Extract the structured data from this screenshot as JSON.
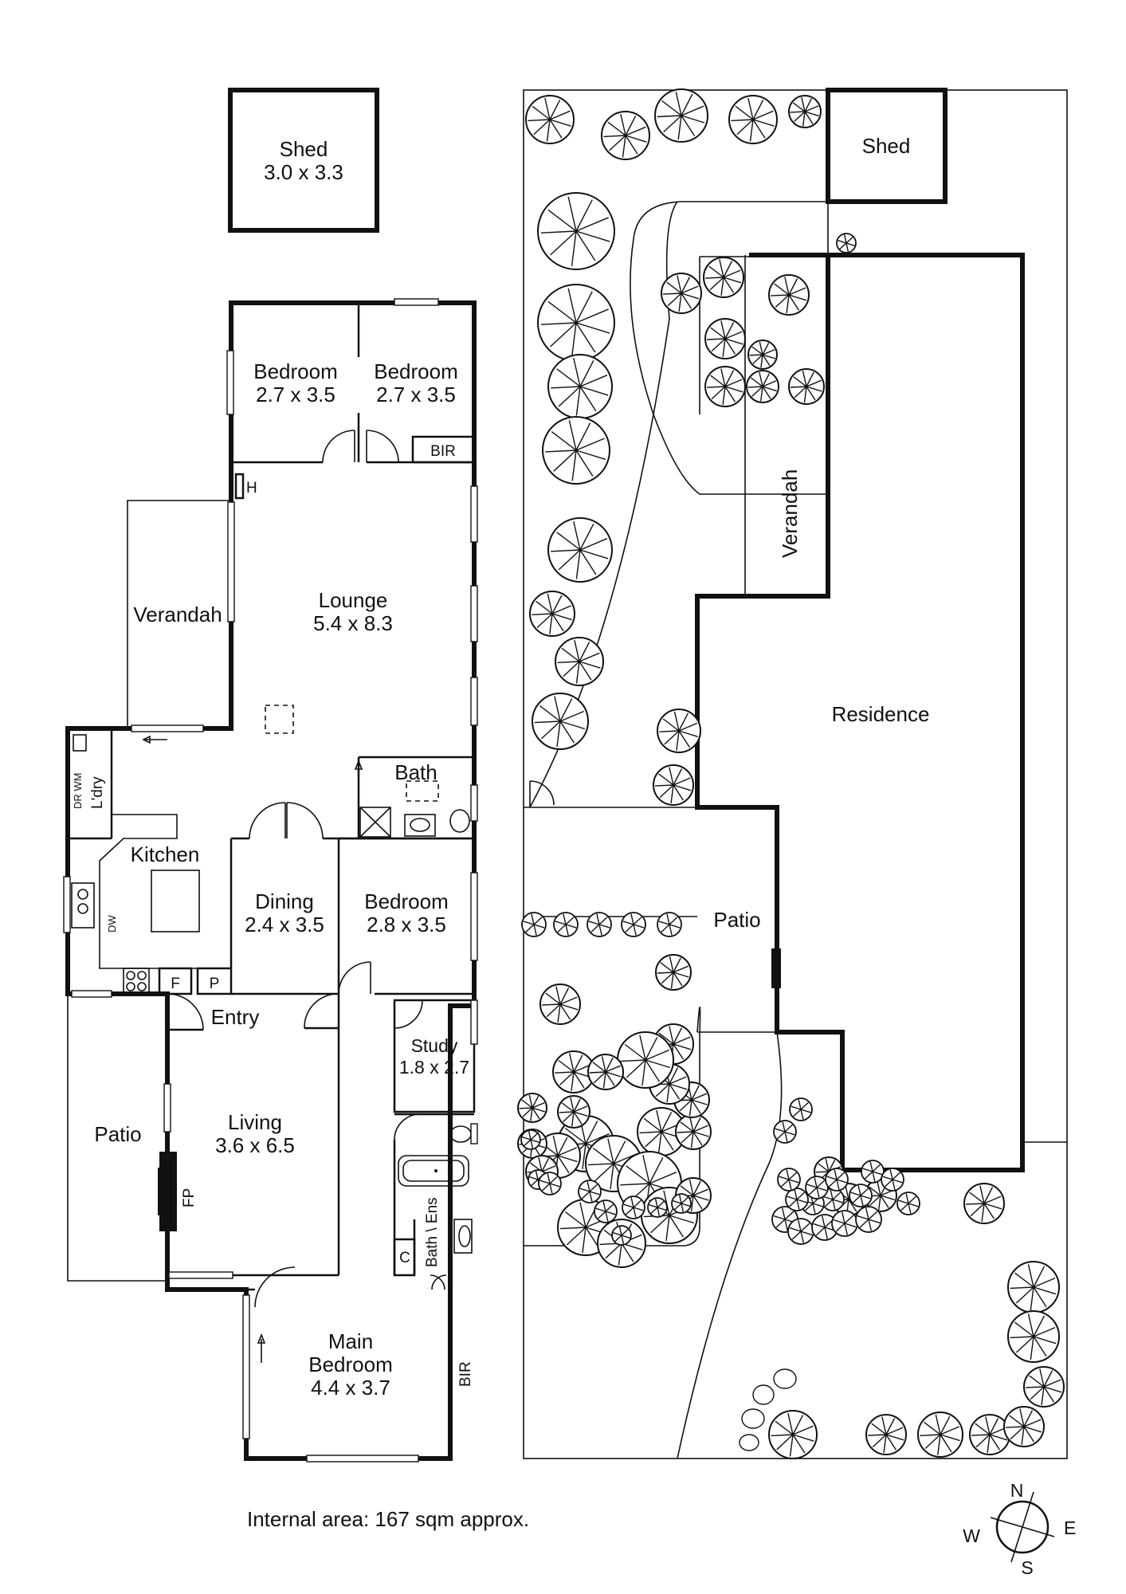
{
  "floor_plan": {
    "rooms": {
      "shed": {
        "name": "Shed",
        "size": "3.0 x 3.3"
      },
      "bedroom_1": {
        "name": "Bedroom",
        "size": "2.7 x 3.5"
      },
      "bedroom_2": {
        "name": "Bedroom",
        "size": "2.7 x 3.5"
      },
      "bir_top": "BIR",
      "heater": "H",
      "lounge": {
        "name": "Lounge",
        "size": "5.4 x 8.3"
      },
      "verandah": "Verandah",
      "laundry": {
        "name": "L'dry",
        "appliances": "DR WM"
      },
      "kitchen": "Kitchen",
      "dishwasher": "DW",
      "fridge": "F",
      "pantry": "P",
      "bath": "Bath",
      "dining": {
        "name": "Dining",
        "size": "2.4 x 3.5"
      },
      "bedroom_3": {
        "name": "Bedroom",
        "size": "2.8 x 3.5"
      },
      "entry": "Entry",
      "study": {
        "name": "Study",
        "size": "1.8 x 2.7"
      },
      "patio": "Patio",
      "living": {
        "name": "Living",
        "size": "3.6 x 6.5"
      },
      "fireplace": "FP",
      "cupboard": "C",
      "bath_ens": "Bath \\ Ens",
      "main_bedroom": {
        "name_line1": "Main",
        "name_line2": "Bedroom",
        "size": "4.4 x 3.7"
      },
      "bir_main": "BIR"
    },
    "internal_area": "Internal area: 167 sqm approx."
  },
  "site_plan": {
    "shed": "Shed",
    "verandah": "Verandah",
    "residence": "Residence",
    "patio": "Patio"
  },
  "compass": {
    "north": "N",
    "south": "S",
    "east": "E",
    "west": "W"
  }
}
